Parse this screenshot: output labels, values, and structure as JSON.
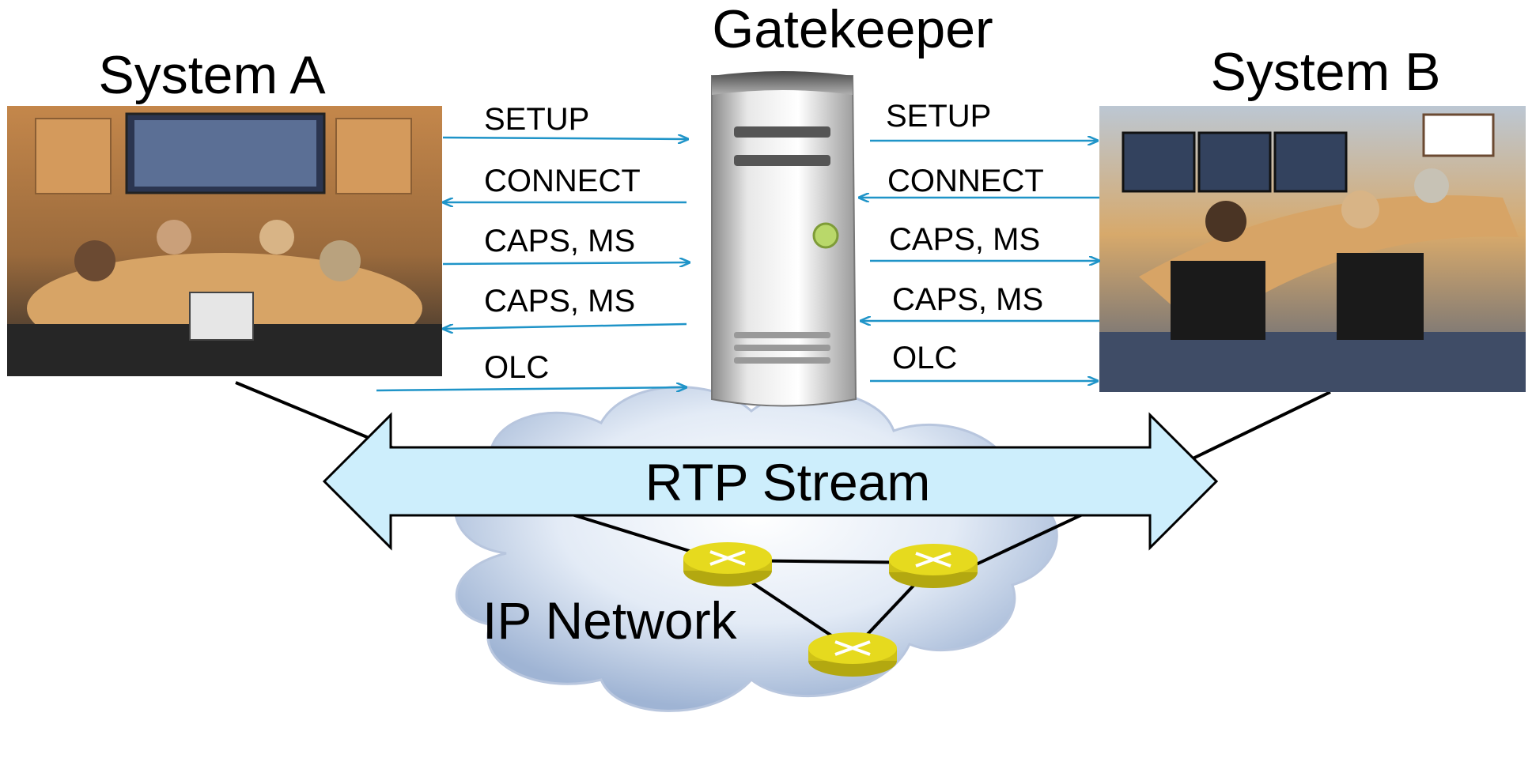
{
  "titles": {
    "gatekeeper": "Gatekeeper",
    "system_a": "System A",
    "system_b": "System B"
  },
  "messages_left": [
    "SETUP",
    "CONNECT",
    "CAPS, MS",
    "CAPS, MS",
    "OLC"
  ],
  "messages_right": [
    "SETUP",
    "CONNECT",
    "CAPS, MS",
    "CAPS, MS",
    "OLC"
  ],
  "stream_label": "RTP Stream",
  "network_label": "IP Network",
  "colors": {
    "signal_arrow": "#1f94c8",
    "rtp_arrow_fill": "#cdeefc",
    "router": "#e6da1e",
    "cloud": "#c9d6ea"
  },
  "icons": [
    "server-icon",
    "router-icon",
    "cloud-icon",
    "meeting-room-photo"
  ]
}
